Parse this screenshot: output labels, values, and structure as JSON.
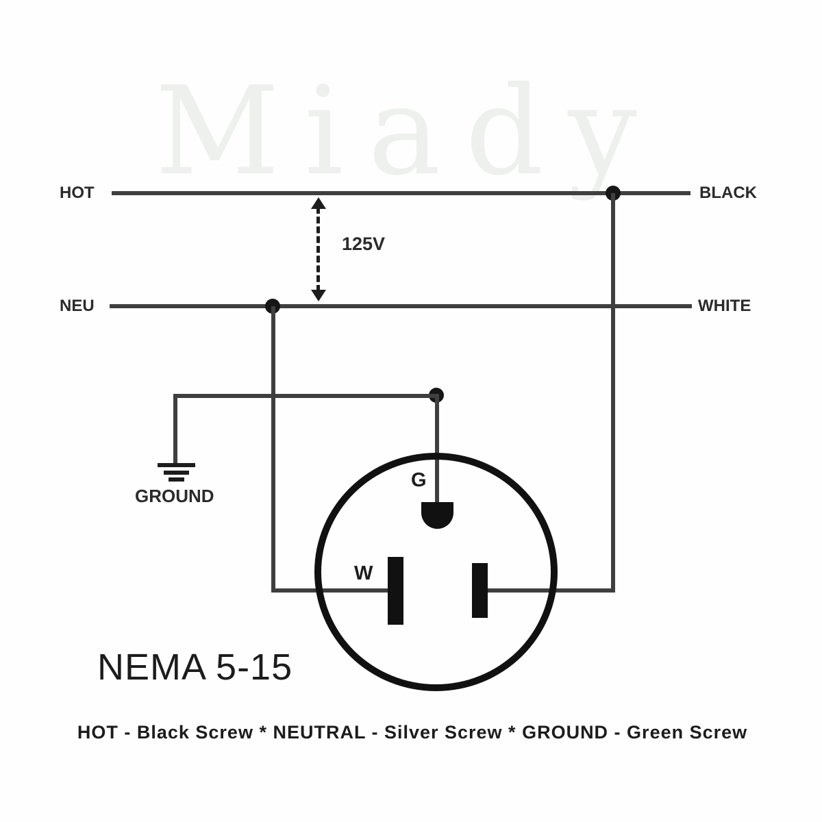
{
  "watermark": "Miady",
  "diagram": {
    "hot_label": "HOT",
    "neutral_label": "NEU",
    "black_label": "BLACK",
    "white_label": "WHITE",
    "voltage_label": "125V",
    "ground_label": "GROUND",
    "plug": {
      "ground_pin_label": "G",
      "neutral_slot_label": "W"
    },
    "title": "NEMA 5-15"
  },
  "footer": {
    "text": "HOT - Black Screw * NEUTRAL - Silver Screw * GROUND - Green Screw"
  },
  "colors": {
    "wire": "#3f3f3f",
    "ink": "#111111",
    "label": "#2b2b2b",
    "watermark": "#eef0ed",
    "background": "#fefefe"
  }
}
